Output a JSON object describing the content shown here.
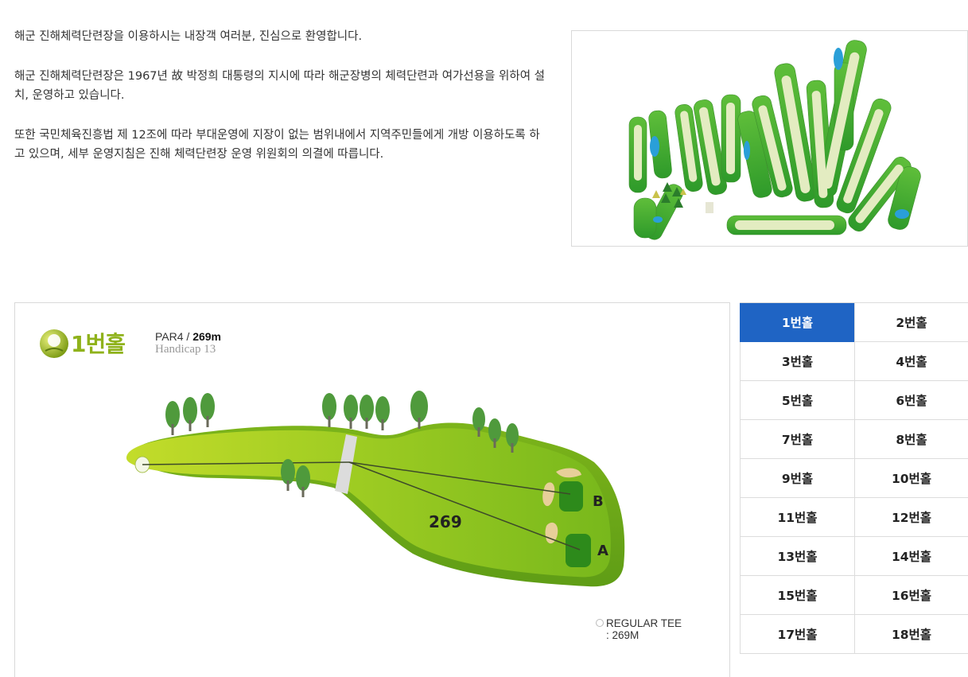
{
  "intro": {
    "p1": "해군 진해체력단련장을 이용하시는 내장객 여러분, 진심으로 환영합니다.",
    "p2": "해군 진해체력단련장은 1967년 故 박정희 대통령의 지시에 따라 해군장병의 체력단련과 여가선용을 위하여 설치, 운영하고 있습니다.",
    "p3": "또한 국민체육진흥법 제 12조에 따라 부대운영에 지장이 없는 범위내에서 지역주민들에게 개방 이용하도록 하고 있으며, 세부 운영지침은 진해 체력단련장 운영 위원회의 의결에 따릅니다."
  },
  "hole": {
    "name": "1번홀",
    "par": "PAR4 /",
    "length": "269m",
    "handicap": "Handicap 13",
    "distance_label": "269",
    "green_b": "B",
    "green_a": "A",
    "tee_name": "REGULAR TEE",
    "tee_distance": ": 269M"
  },
  "holes": [
    {
      "label": "1번홀",
      "active": true
    },
    {
      "label": "2번홀"
    },
    {
      "label": "3번홀"
    },
    {
      "label": "4번홀"
    },
    {
      "label": "5번홀"
    },
    {
      "label": "6번홀"
    },
    {
      "label": "7번홀"
    },
    {
      "label": "8번홀"
    },
    {
      "label": "9번홀"
    },
    {
      "label": "10번홀"
    },
    {
      "label": "11번홀"
    },
    {
      "label": "12번홀"
    },
    {
      "label": "13번홀"
    },
    {
      "label": "14번홀"
    },
    {
      "label": "15번홀"
    },
    {
      "label": "16번홀"
    },
    {
      "label": "17번홀"
    },
    {
      "label": "18번홀"
    }
  ],
  "colors": {
    "active_tab": "#1f64c4",
    "fairway": "#a6cc1f",
    "green": "#2e8a1c",
    "title_green": "#8fb21b"
  },
  "icons": {
    "logo": "golf-ball-icon",
    "tree": "tree-icon",
    "tee_marker": "circle-icon"
  }
}
